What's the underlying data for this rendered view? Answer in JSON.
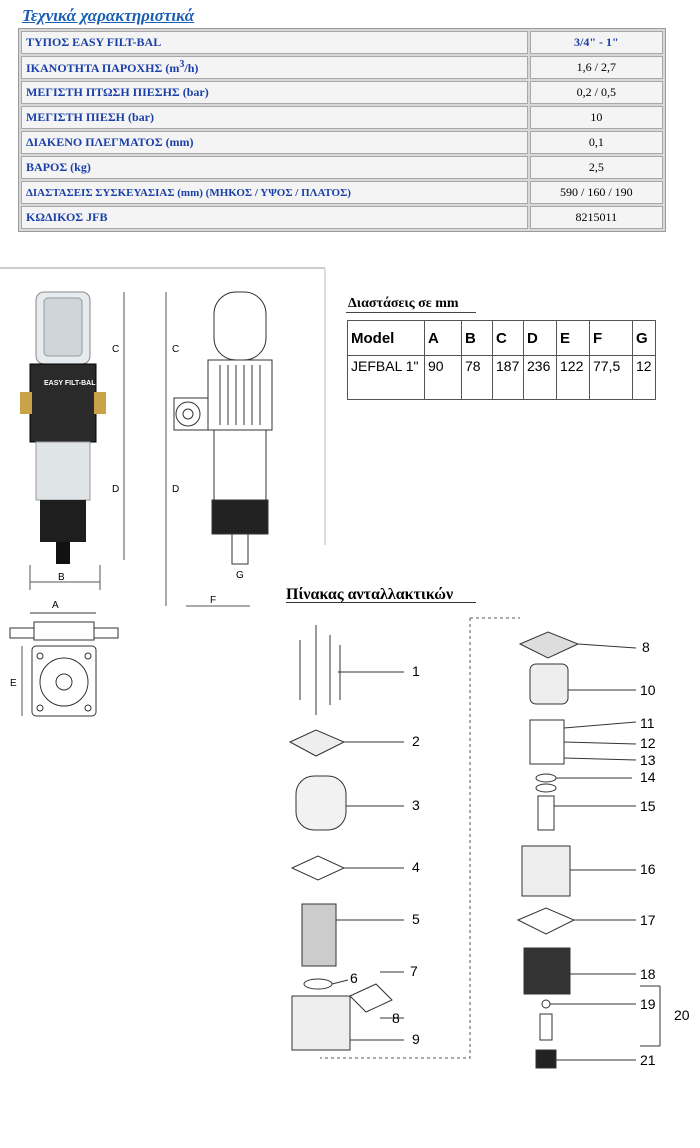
{
  "title": "Τεχνικά χαρακτηριστικά",
  "specs": {
    "rows": [
      {
        "label": "ΤΥΠΟΣ EASY FILT-BAL",
        "value": "3/4\" - 1\""
      },
      {
        "label": "ΙΚΑΝΟΤΗΤΑ ΠΑΡΟΧΗΣ (m3/h)",
        "value": "1,6 / 2,7"
      },
      {
        "label": "ΜΕΓΙΣΤΗ ΠΤΩΣΗ ΠΙΕΣΗΣ (bar)",
        "value": "0,2 / 0,5"
      },
      {
        "label": "ΜΕΓΙΣΤΗ  ΠΙΕΣΗ (bar)",
        "value": "10"
      },
      {
        "label": "ΔΙΑΚΕΝΟ ΠΛΕΓΜΑΤΟΣ (mm)",
        "value": "0,1"
      },
      {
        "label": "ΒΑΡΟΣ (kg)",
        "value": "2,5"
      },
      {
        "label": "ΔΙΑΣΤΑΣΕΙΣ ΣΥΣΚΕΥΑΣΙΑΣ (mm) (ΜΗΚΟΣ / ΥΨΟΣ / ΠΛΑΤΟΣ)",
        "value": "590 / 160 / 190"
      },
      {
        "label": "ΚΩΔΙΚΟΣ JFB",
        "value": "8215011"
      }
    ]
  },
  "dimensions": {
    "title": "Διαστάσεις σε mm",
    "headers": [
      "Model",
      "A",
      "B",
      "C",
      "D",
      "E",
      "F",
      "G"
    ],
    "row": [
      "JEFBAL 1\"",
      "90",
      "78",
      "187",
      "236",
      "122",
      "77,5",
      "12"
    ]
  },
  "drawing_labels": {
    "c": "C",
    "d": "D",
    "b": "B",
    "a": "A",
    "e": "E",
    "f": "F",
    "g": "G",
    "product_label": "EASY FILT-BAL"
  },
  "parts": {
    "title": "Πίνακας  ανταλλακτικών",
    "numbers": [
      "1",
      "2",
      "3",
      "4",
      "5",
      "6",
      "7",
      "8",
      "9",
      "8",
      "10",
      "11",
      "12",
      "13",
      "14",
      "15",
      "16",
      "17",
      "18",
      "19",
      "20",
      "21"
    ]
  }
}
